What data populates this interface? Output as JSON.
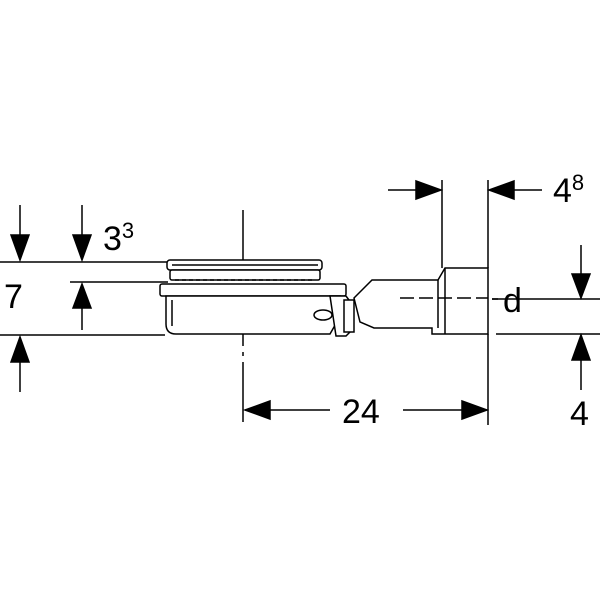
{
  "dimensions": {
    "d1": {
      "value": "3",
      "sup": "3"
    },
    "d2": {
      "value": "7"
    },
    "d3": {
      "value": "24"
    },
    "d4": {
      "value": "4",
      "sup": "8"
    },
    "d5": {
      "value": "d"
    },
    "d6": {
      "value": "4"
    }
  },
  "colors": {
    "ink": "#000000",
    "background": "#ffffff"
  }
}
